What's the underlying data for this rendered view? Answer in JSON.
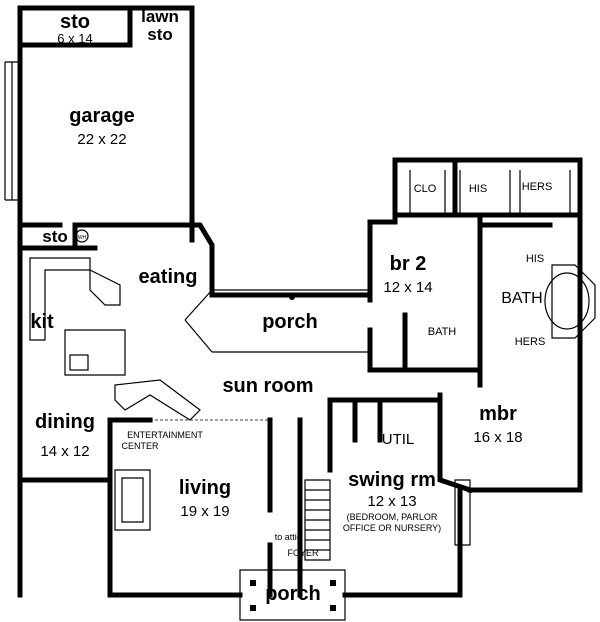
{
  "rooms": {
    "sto_top": {
      "name": "sto",
      "size": "6 x 14"
    },
    "lawn_sto": {
      "line1": "lawn",
      "line2": "sto"
    },
    "garage": {
      "name": "garage",
      "size": "22 x 22"
    },
    "sto_small": {
      "name": "sto",
      "badge": "WH"
    },
    "eating": {
      "name": "eating"
    },
    "kit": {
      "name": "kit"
    },
    "porch_mid": {
      "name": "porch"
    },
    "br2": {
      "name": "br 2",
      "size": "12 x 14"
    },
    "clo": {
      "name": "CLO"
    },
    "his_closet": {
      "name": "HIS"
    },
    "hers_closet": {
      "name": "HERS"
    },
    "his_bath": {
      "name": "HIS"
    },
    "master_bath": {
      "name": "BATH"
    },
    "hers_bath": {
      "name": "HERS"
    },
    "br2_bath": {
      "name": "BATH"
    },
    "sun_room": {
      "name": "sun room"
    },
    "dining": {
      "name": "dining",
      "size": "14 x 12"
    },
    "entertainment": {
      "line1": "ENTERTAINMENT",
      "line2": "CENTER"
    },
    "living": {
      "name": "living",
      "size": "19 x 19"
    },
    "util": {
      "name": "UTIL"
    },
    "swing_rm": {
      "name": "swing rm",
      "size": "12 x 13",
      "note1": "(BEDROOM, PARLOR",
      "note2": "OFFICE OR NURSERY)"
    },
    "mbr": {
      "name": "mbr",
      "size": "16 x 18"
    },
    "to_attic": {
      "name": "to attic"
    },
    "foyer": {
      "name": "FOYER"
    },
    "porch_front": {
      "name": "porch"
    }
  }
}
